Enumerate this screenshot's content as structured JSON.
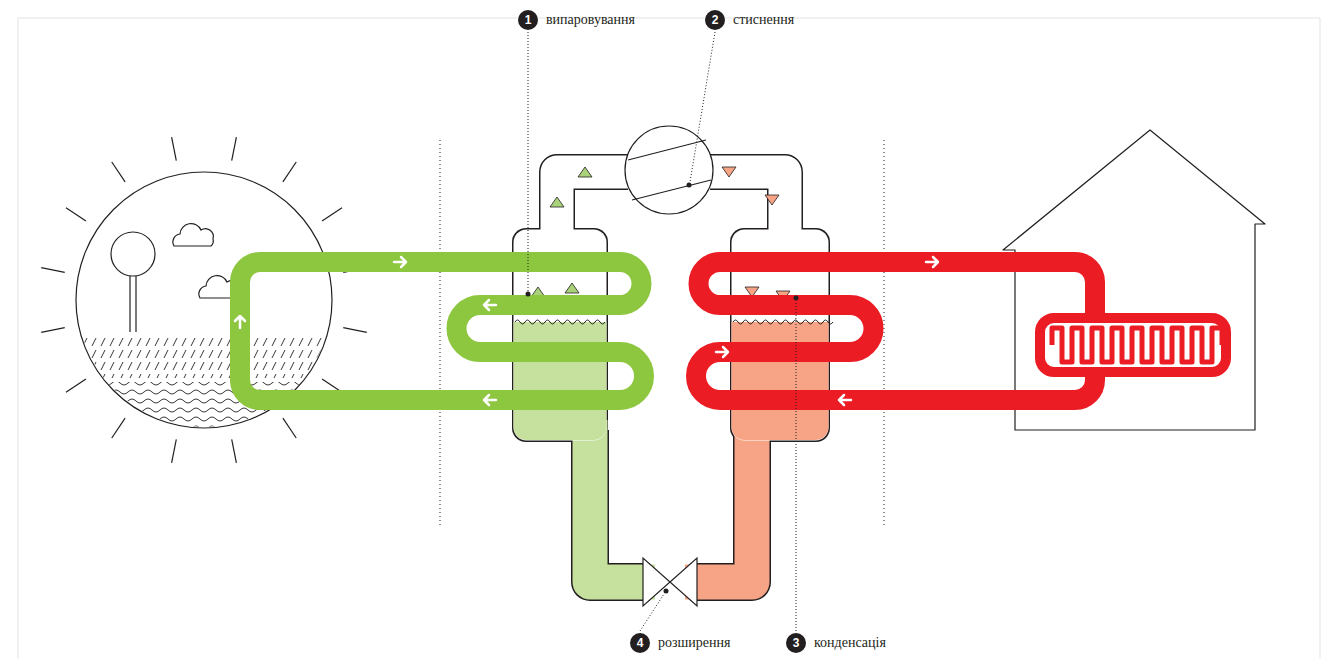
{
  "diagram": {
    "labels": [
      "1",
      "випаровування",
      "2",
      "стиснення",
      "4",
      "розширення",
      "3",
      "конденсація"
    ]
  }
}
